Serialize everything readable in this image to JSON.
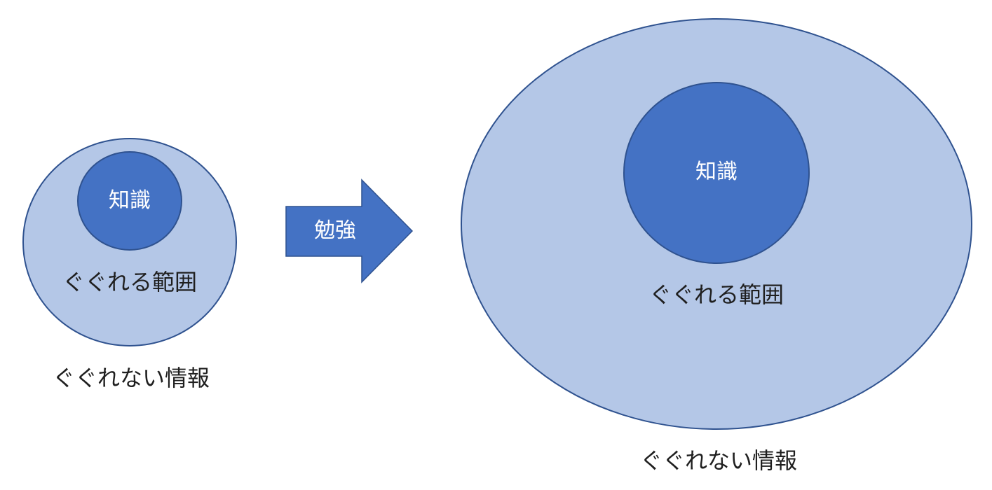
{
  "colors": {
    "outer_fill": "#b4c7e7",
    "inner_fill": "#4472c4",
    "stroke": "#2f528f",
    "arrow_fill": "#4472c4",
    "dark_text": "#1f1f1f",
    "light_text": "#ffffff"
  },
  "before": {
    "knowledge": "知識",
    "searchable_range": "ぐぐれる範囲",
    "unsearchable_info": "ぐぐれない情報"
  },
  "arrow": {
    "label": "勉強"
  },
  "after": {
    "knowledge": "知識",
    "searchable_range": "ぐぐれる範囲",
    "unsearchable_info": "ぐぐれない情報"
  }
}
